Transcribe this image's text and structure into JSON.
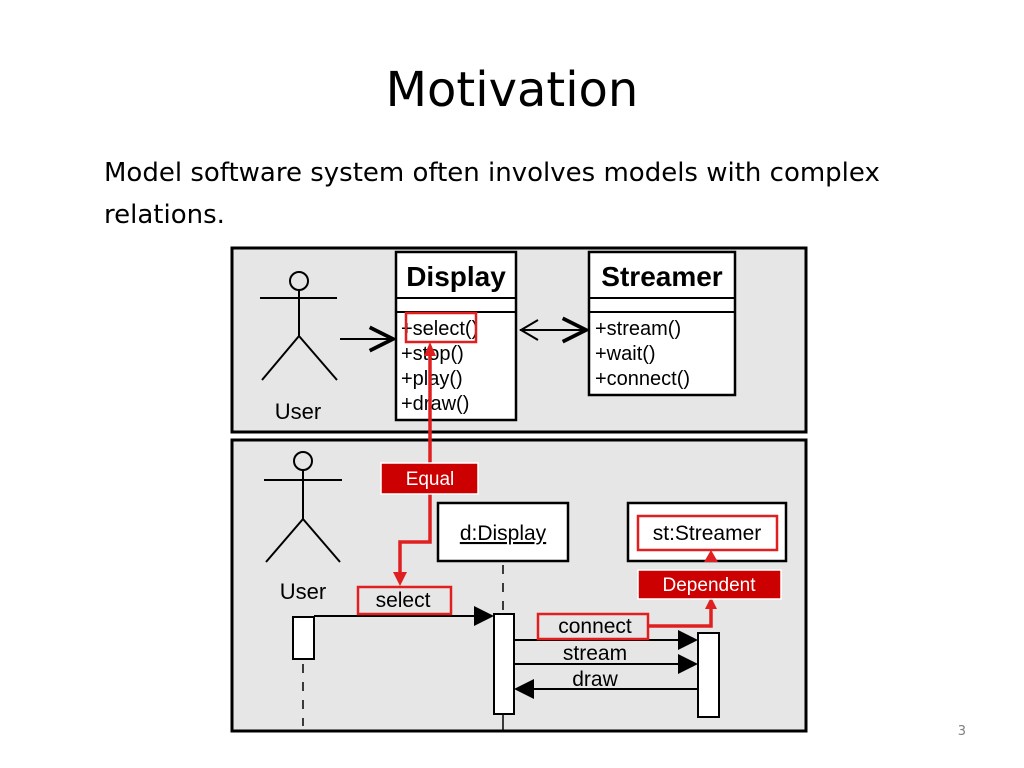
{
  "slide": {
    "title": "Motivation",
    "body": "Model software system often involves models with complex relations.",
    "page_number": "3"
  },
  "class_diagram": {
    "actor_label": "User",
    "display_class": {
      "name": "Display",
      "methods": [
        "+select()",
        "+stop()",
        "+play()",
        "+draw()"
      ]
    },
    "streamer_class": {
      "name": "Streamer",
      "methods": [
        "+stream()",
        "+wait()",
        "+connect()"
      ]
    }
  },
  "sequence_diagram": {
    "actor_label": "User",
    "display_object": "d:Display",
    "streamer_object": "st:Streamer",
    "messages": [
      "select",
      "connect",
      "stream",
      "draw"
    ]
  },
  "annotations": {
    "equal_label": "Equal",
    "dependent_label": "Dependent",
    "highlight_color": "#e02020",
    "label_bg_color": "#cc0000"
  }
}
